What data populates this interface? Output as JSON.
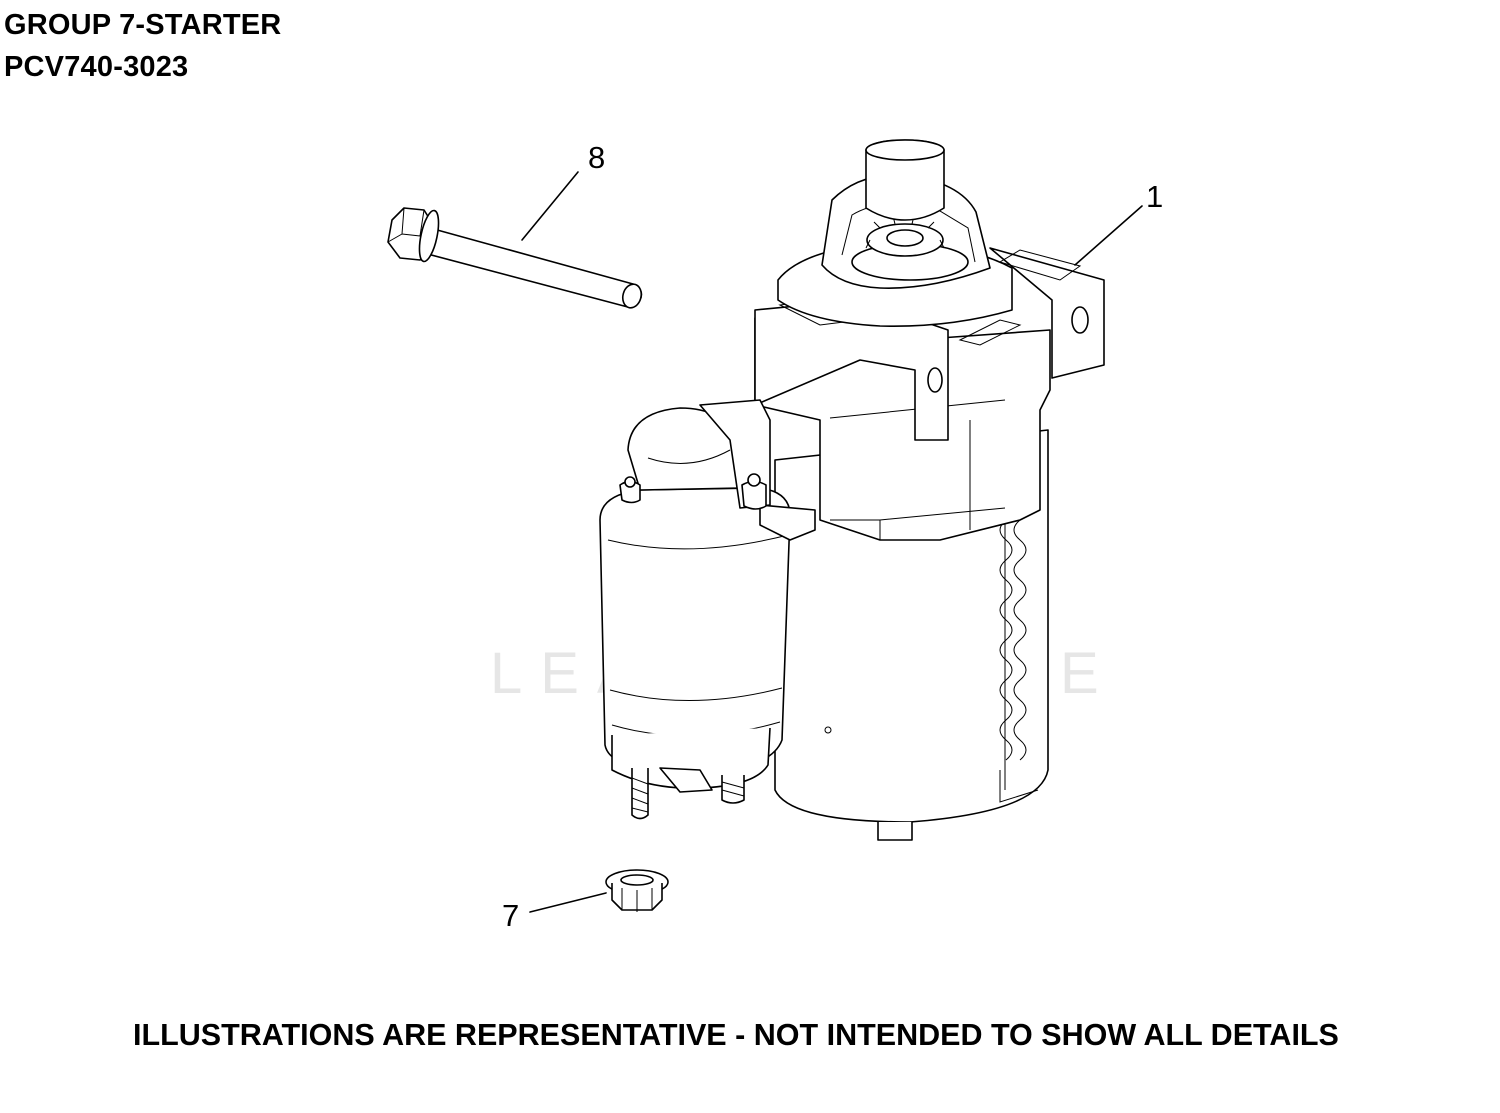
{
  "header": {
    "group_title": "GROUP 7-STARTER",
    "model_number": "PCV740-3023"
  },
  "callouts": [
    {
      "id": "1",
      "label": "1"
    },
    {
      "id": "7",
      "label": "7"
    },
    {
      "id": "8",
      "label": "8"
    }
  ],
  "watermark": "LEADVENTURE",
  "disclaimer": "ILLUSTRATIONS ARE REPRESENTATIVE - NOT INTENDED TO SHOW ALL DETAILS"
}
